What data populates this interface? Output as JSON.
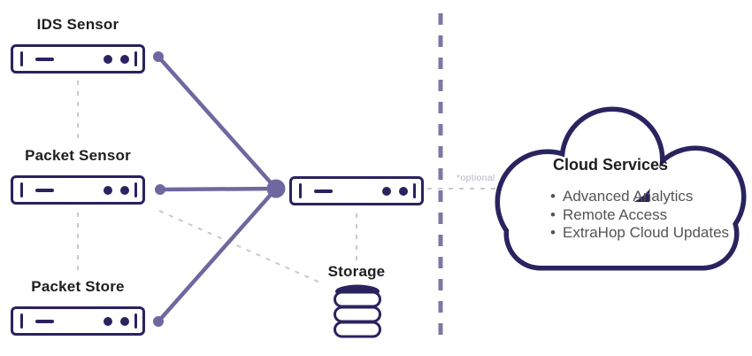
{
  "colors": {
    "navy": "#29235f",
    "purple": "#6e68a0",
    "divider": "#7c77a4",
    "dashgray": "#c9c9c9",
    "textdark": "#1e1e1e",
    "textgray": "#545454",
    "optionalgray": "#b6b5c3",
    "bg": "#ffffff"
  },
  "nodes": {
    "ids_sensor": {
      "label": "IDS Sensor",
      "icon": "rack-server-icon"
    },
    "packet_sensor": {
      "label": "Packet Sensor",
      "icon": "rack-server-icon"
    },
    "packet_store": {
      "label": "Packet Store",
      "icon": "rack-server-icon"
    },
    "central_appliance": {
      "icon": "rack-server-icon"
    },
    "storage": {
      "label": "Storage",
      "icon": "database-cylinder-icon"
    },
    "cloud": {
      "icon": "cloud-outline-icon",
      "title": "Cloud Services",
      "items": [
        "Advanced Analytics",
        "Remote Access",
        "ExtraHop Cloud Updates"
      ]
    }
  },
  "annotations": {
    "optional": "*optional"
  }
}
